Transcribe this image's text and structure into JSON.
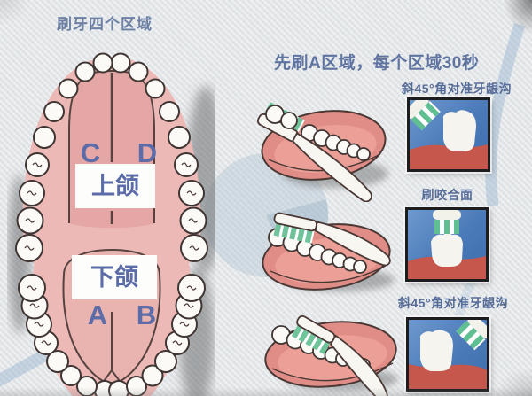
{
  "header": {
    "left_title": "刷牙四个区域",
    "right_title": "先刷A区域，每个区域30秒"
  },
  "mouth_diagram": {
    "upper_jaw_label": "上颌",
    "lower_jaw_label": "下颌",
    "zone_a": "A",
    "zone_b": "B",
    "zone_c": "C",
    "zone_d": "D"
  },
  "steps": [
    {
      "caption": "斜45°角对准牙龈沟",
      "inset": "brush-head-45-degrees-left-at-gumline"
    },
    {
      "caption": "刷咬合面",
      "inset": "brush-head-vertical-on-occlusal-surface"
    },
    {
      "caption": "斜45°角对准牙龈沟",
      "inset": "brush-head-45-degrees-right-at-gumline"
    }
  ],
  "colors": {
    "text_blue": "#5f74a0",
    "zone_letter_blue": "#5b6ca8",
    "gum_pink": "#ecb9b6",
    "palate_pink": "#e4a7a5",
    "denture_pink": "#e08d87",
    "tooth_white": "#fbfaf6",
    "outline_dark": "#4a3835",
    "inset_blue": "#4a7ab8",
    "inset_gum_red": "#c5574c",
    "bristle_green": "#5fbe92",
    "background_gray": "#e3e6e8"
  }
}
